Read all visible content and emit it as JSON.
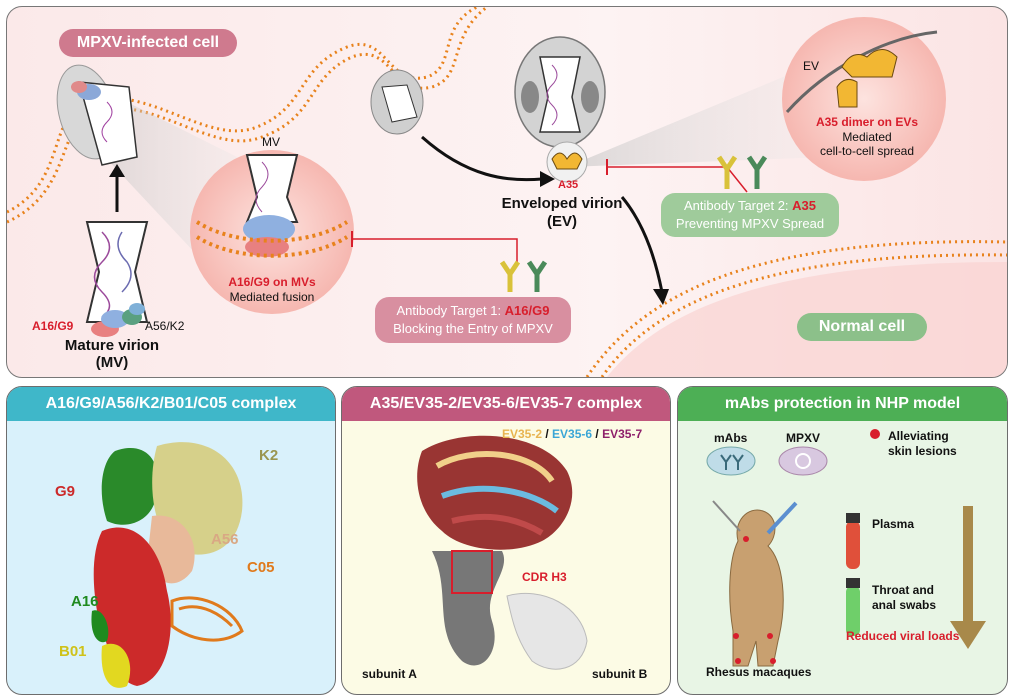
{
  "top": {
    "infected_cell_label": "MPXV-infected cell",
    "normal_cell_label": "Normal cell",
    "mv_small_label": "MV",
    "a16g9_label": "A16/G9",
    "a56k2_label": "A56/K2",
    "mature_virion_line1": "Mature virion",
    "mature_virion_line2": "(MV)",
    "fusion_line1": "A16/G9 on MVs",
    "fusion_line2": "Mediated fusion",
    "a35_label": "A35",
    "enveloped_line1": "Enveloped virion",
    "enveloped_line2": "(EV)",
    "ev_label": "EV",
    "dimer_line1": "A35 dimer on EVs",
    "dimer_line2": "Mediated",
    "dimer_line3": "cell-to-cell spread",
    "target1_prefix": "Antibody Target 1: ",
    "target1_red": "A16/G9",
    "target1_line2": "Blocking the Entry of MPXV",
    "target2_prefix": "Antibody Target 2: ",
    "target2_red": "A35",
    "target2_line2": "Preventing MPXV Spread"
  },
  "panel1": {
    "title": "A16/G9/A56/K2/B01/C05 complex",
    "labels": {
      "g9": "G9",
      "k2": "K2",
      "a56": "A56",
      "c05": "C05",
      "a16": "A16",
      "b01": "B01"
    }
  },
  "panel2": {
    "title": "A35/EV35-2/EV35-6/EV35-7 complex",
    "legend_a": "EV35-2",
    "legend_sep1": " / ",
    "legend_b": "EV35-6",
    "legend_sep2": " / ",
    "legend_c": "EV35-7",
    "cdr": "CDR H3",
    "subunit_a": "subunit A",
    "subunit_b": "subunit B"
  },
  "panel3": {
    "title": "mAbs protection in NHP model",
    "mabs": "mAbs",
    "mpxv": "MPXV",
    "alleviating_line1": "Alleviating",
    "alleviating_line2": "skin lesions",
    "plasma": "Plasma",
    "throat_line1": "Throat and",
    "throat_line2": "anal swabs",
    "reduced": "Reduced viral loads",
    "macaques": "Rhesus macaques"
  },
  "colors": {
    "pink_pill": "#cf7a8e",
    "green_pill": "#8cc08a",
    "panel1_head": "#3fb7c9",
    "panel2_head": "#c0587d",
    "panel3_head": "#4daf55",
    "red_text": "#d81e2c",
    "membrane": "#e8821c"
  }
}
